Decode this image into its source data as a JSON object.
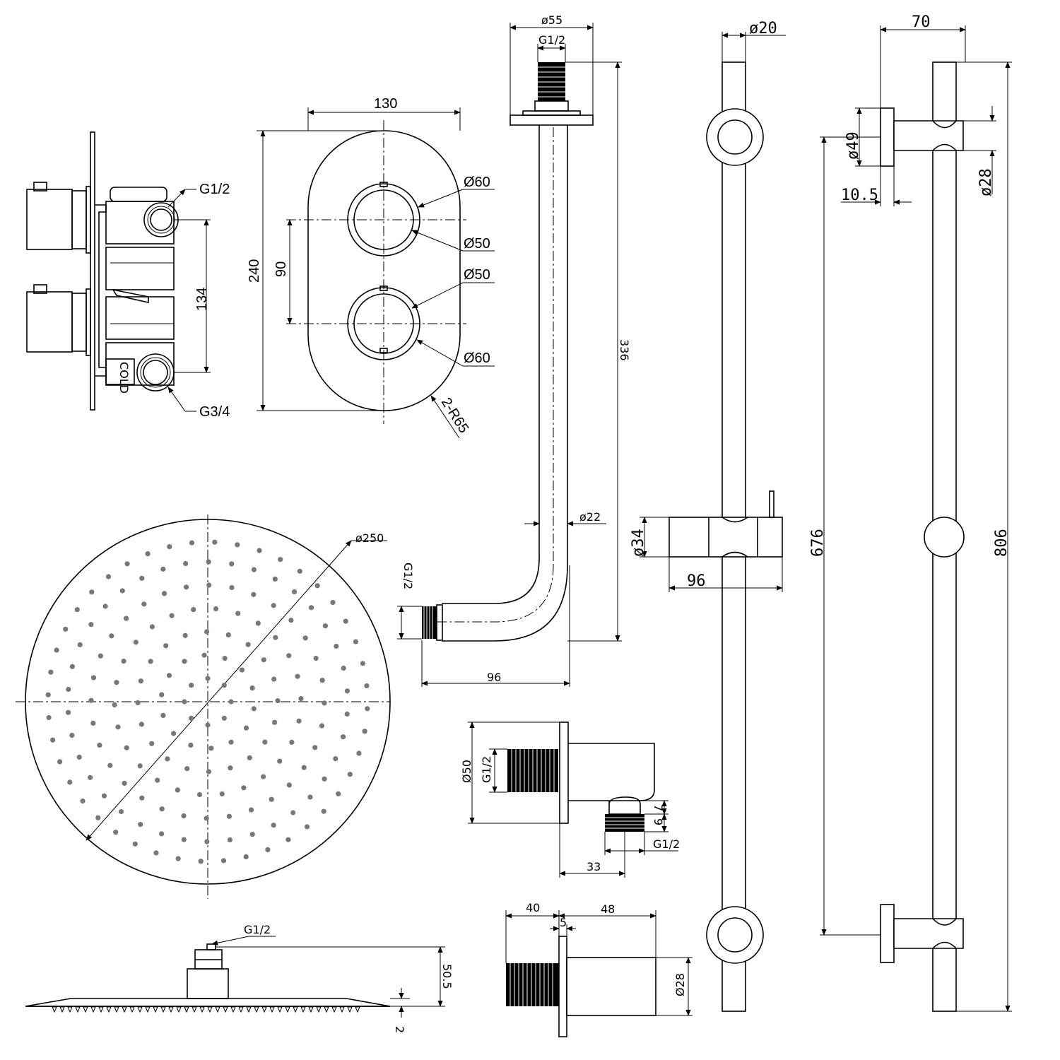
{
  "valve_side": {
    "inlet_top": "G1/2",
    "inlet_bottom": "G3/4",
    "spacing": "134",
    "badge": "COLD"
  },
  "faceplate": {
    "width": "130",
    "height": "240",
    "centers": "90",
    "handle_top_outer": "Ø60",
    "handle_top_inner": "Ø50",
    "handle_bottom_inner": "Ø50",
    "handle_bottom_outer": "Ø60",
    "radius": "2-R65"
  },
  "shower_arm": {
    "flange": "ø55",
    "top_thread": "G1/2",
    "height": "336",
    "pipe": "ø22",
    "outlet_thread": "G1/2",
    "projection": "96"
  },
  "shower_head": {
    "diameter": "ø250",
    "thread": "G1/2",
    "height": "50.5",
    "thickness": "2"
  },
  "wall_outlet": {
    "flange": "Ø50",
    "inlet": "G1/2",
    "dim_7": "7",
    "dim_9": "9",
    "outlet": "G1/2",
    "offset": "33"
  },
  "wall_connector": {
    "thread_len": "40",
    "flange": "5",
    "body_len": "48",
    "diameter": "Ø28"
  },
  "slide_rail": {
    "rail_dia": "ø20",
    "holder_dia": "ø34",
    "holder_proj": "96"
  },
  "rail_side": {
    "projection": "70",
    "bracket_dia": "ø49",
    "bracket_depth": "10.5",
    "rail_dia": "ø28",
    "centers": "676",
    "length": "806"
  }
}
